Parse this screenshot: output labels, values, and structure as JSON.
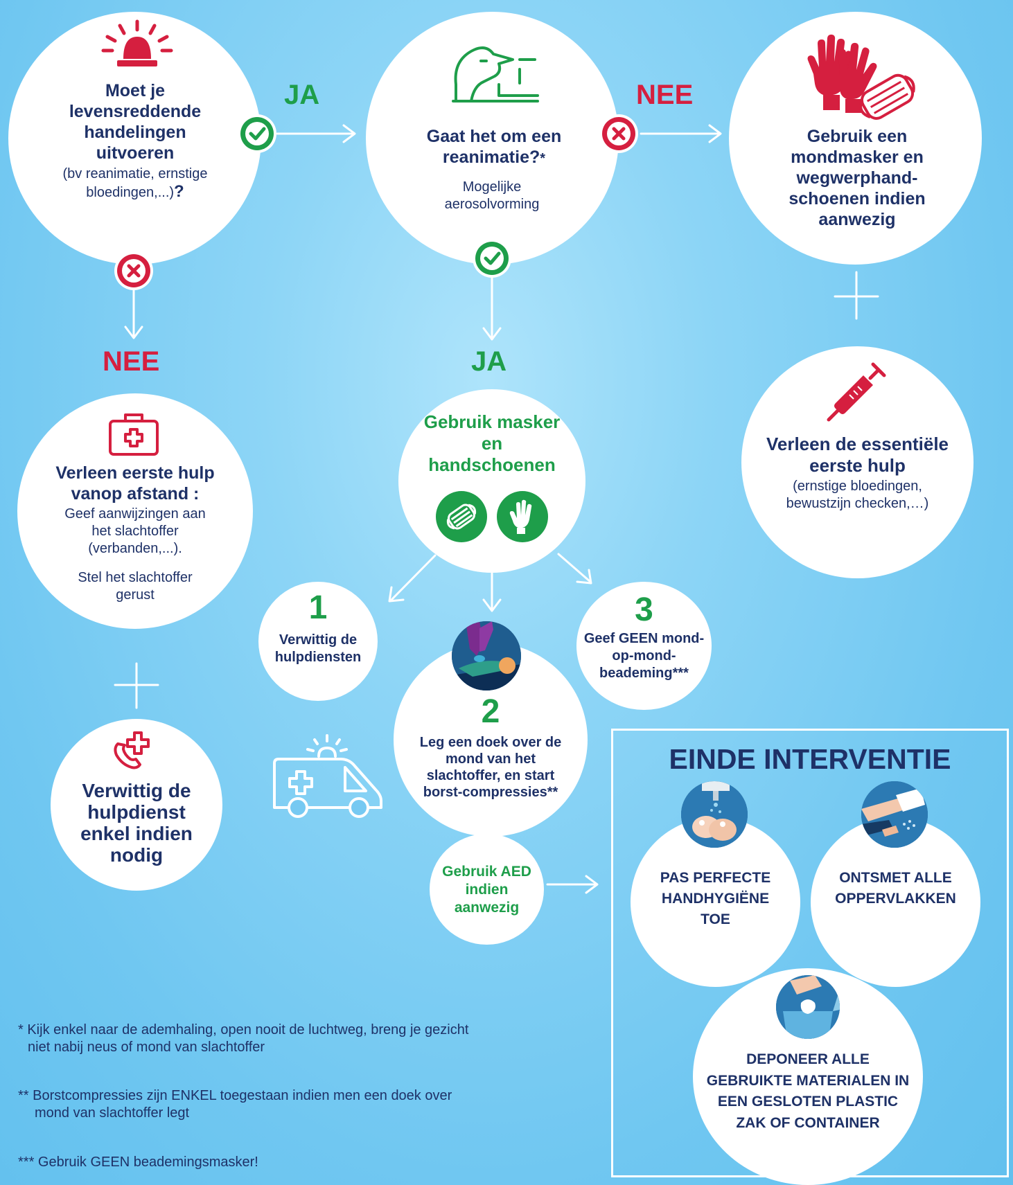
{
  "q1": {
    "title": "Moet je levensreddende handelingen uitvoeren",
    "sub": "(bv reanimatie, ernstige bloedingen,...)",
    "qmark": "?"
  },
  "q2": {
    "title": "Gaat het om een reanimatie?",
    "star": "*",
    "sub": "Mogelijke aerosolvorming"
  },
  "mask_box": {
    "title": "Gebruik een mondmasker en wegwerphand-schoenen indien aanwezig"
  },
  "labels": {
    "ja_top": "JA",
    "nee_top": "NEE",
    "nee_left": "NEE",
    "ja_mid": "JA"
  },
  "first_aid": {
    "title": "Verleen eerste hulp vanop afstand :",
    "line1": "Geef aanwijzingen aan het slachtoffer (verbanden,...).",
    "line2": "Stel het slachtoffer gerust"
  },
  "call_help": {
    "title": "Verwittig de hulpdienst enkel indien nodig"
  },
  "use_mask": {
    "title": "Gebruik masker en handschoenen"
  },
  "step1": {
    "num": "1",
    "text": "Verwittig de hulpdiensten"
  },
  "step2": {
    "num": "2",
    "text": "Leg een doek over de mond van het slachtoffer, en start borst-compressies**"
  },
  "step3": {
    "num": "3",
    "text": "Geef GEEN mond-op-mond-beademing***"
  },
  "aed": {
    "text": "Gebruik AED indien aanwezig"
  },
  "essential": {
    "title": "Verleen de essentiële eerste hulp",
    "sub": "(ernstige bloedingen, bewustzijn checken,…)"
  },
  "end": {
    "title": "EINDE INTERVENTIE",
    "hand": "PAS PERFECTE HANDHYGIËNE TOE",
    "disinfect": "ONTSMET ALLE OPPERVLAKKEN",
    "dispose": "DEPONEER  ALLE GEBRUIKTE MATERIALEN IN EEN GESLOTEN PLASTIC ZAK OF CONTAINER"
  },
  "notes": {
    "n1": "* Kijk enkel naar de ademhaling, open nooit de luchtweg, breng je gezicht niet nabij neus of mond van slachtoffer",
    "n2": "** Borstcompressies zijn ENKEL toegestaan indien men een doek over mond van slachtoffer legt",
    "n3": "*** Gebruik GEEN beademingsmasker!"
  },
  "colors": {
    "navy": "#1e3167",
    "green": "#1e9e4a",
    "red": "#d51f3f",
    "bg": "#7ccdf3"
  }
}
